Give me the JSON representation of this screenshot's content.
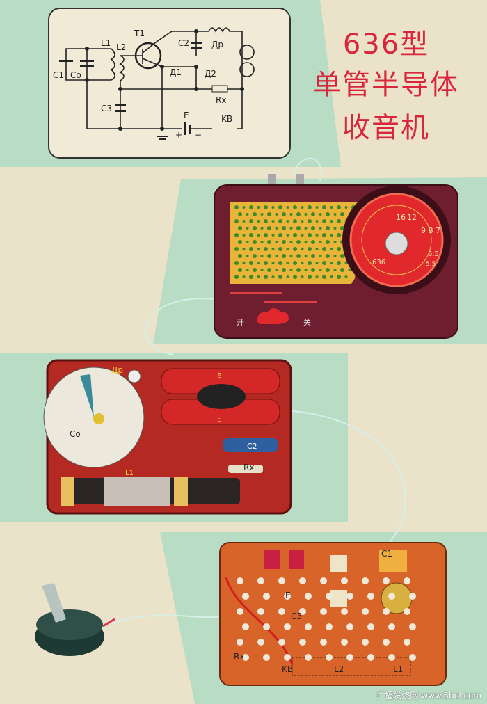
{
  "title": {
    "line1": "636型",
    "line2": "单管半导体",
    "line3": "收音机"
  },
  "circuit": {
    "labels": {
      "c1": "C1",
      "c0": "Co",
      "l1": "L1",
      "l2": "L2",
      "t1": "T1",
      "c2": "C2",
      "dp": "Дp",
      "d1": "Д1",
      "d2": "Д2",
      "rx": "Rx",
      "c3": "C3",
      "e": "E",
      "kb": "KB",
      "plus": "+",
      "minus": "−"
    }
  },
  "radio": {
    "dial": {
      "n1": "16",
      "n2": "12",
      "n3": "9 8 7",
      "n4": "6.5",
      "n5": "5.5",
      "model": "636"
    },
    "switch_on": "开",
    "switch_off": "关"
  },
  "open_radio": {
    "labels": {
      "dp": "Дp",
      "c0": "Co",
      "e1": "E",
      "e2": "E",
      "c2": "C2",
      "rx": "Rx",
      "l1": "L1"
    }
  },
  "board": {
    "labels": {
      "c1": "C1",
      "e": "E",
      "c3": "C3",
      "rx": "Rx",
      "kb": "KB",
      "l2": "L2",
      "l1": "L1"
    }
  },
  "watermark": "广播发烧网 www.5bcl.com",
  "colors": {
    "background": "#ebe3c9",
    "band": "#b9dcc4",
    "title": "#d9263c",
    "radio_body": "#6e1e2e"
  }
}
